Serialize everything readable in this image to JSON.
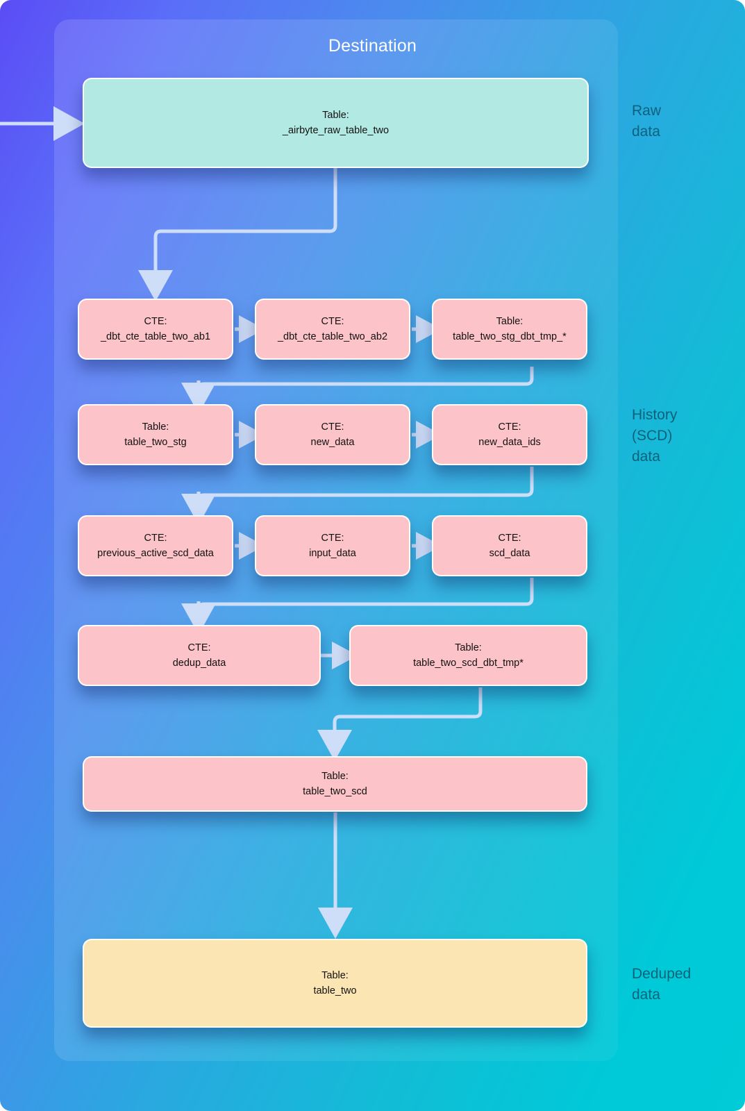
{
  "diagram": {
    "title": "Destination",
    "colors": {
      "raw_box": "#b2eae3",
      "scd_box": "#fcc3c8",
      "dedup_box": "#fbe6b3",
      "connector": "#cdddf7",
      "side_label_text": "#0d5a74",
      "title_text": "#ffffff",
      "bg_start": "#5b4cf5",
      "bg_end": "#00cbd6"
    },
    "side_labels": [
      {
        "id": "raw",
        "line1": "Raw",
        "line2": "data",
        "line3": ""
      },
      {
        "id": "history",
        "line1": "History",
        "line2": "(SCD)",
        "line3": "data"
      },
      {
        "id": "deduped",
        "line1": "Deduped",
        "line2": "data",
        "line3": ""
      }
    ],
    "nodes": [
      {
        "id": "raw-table",
        "kind": "Table:",
        "name": "_airbyte_raw_table_two",
        "color": "teal"
      },
      {
        "id": "cte-ab1",
        "kind": "CTE:",
        "name": "_dbt_cte_table_two_ab1",
        "color": "pink"
      },
      {
        "id": "cte-ab2",
        "kind": "CTE:",
        "name": "_dbt_cte_table_two_ab2",
        "color": "pink"
      },
      {
        "id": "stg-dbt-tmp",
        "kind": "Table:",
        "name": "table_two_stg_dbt_tmp_*",
        "color": "pink"
      },
      {
        "id": "table-two-stg",
        "kind": "Table:",
        "name": "table_two_stg",
        "color": "pink"
      },
      {
        "id": "new-data",
        "kind": "CTE:",
        "name": "new_data",
        "color": "pink"
      },
      {
        "id": "new-data-ids",
        "kind": "CTE:",
        "name": "new_data_ids",
        "color": "pink"
      },
      {
        "id": "prev-active",
        "kind": "CTE:",
        "name": "previous_active_scd_data",
        "color": "pink"
      },
      {
        "id": "input-data",
        "kind": "CTE:",
        "name": "input_data",
        "color": "pink"
      },
      {
        "id": "scd-data",
        "kind": "CTE:",
        "name": "scd_data",
        "color": "pink"
      },
      {
        "id": "dedup-data",
        "kind": "CTE:",
        "name": "dedup_data",
        "color": "pink"
      },
      {
        "id": "scd-dbt-tmp",
        "kind": "Table:",
        "name": "table_two_scd_dbt_tmp*",
        "color": "pink"
      },
      {
        "id": "table-two-scd",
        "kind": "Table:",
        "name": "table_two_scd",
        "color": "pink"
      },
      {
        "id": "table-two",
        "kind": "Table:",
        "name": "table_two",
        "color": "yellow"
      }
    ],
    "edges": [
      {
        "from": "external-source",
        "to": "raw-table"
      },
      {
        "from": "raw-table",
        "to": "cte-ab1"
      },
      {
        "from": "cte-ab1",
        "to": "cte-ab2"
      },
      {
        "from": "cte-ab2",
        "to": "stg-dbt-tmp"
      },
      {
        "from": "stg-dbt-tmp",
        "to": "table-two-stg"
      },
      {
        "from": "table-two-stg",
        "to": "new-data"
      },
      {
        "from": "new-data",
        "to": "new-data-ids"
      },
      {
        "from": "new-data-ids",
        "to": "prev-active"
      },
      {
        "from": "prev-active",
        "to": "input-data"
      },
      {
        "from": "input-data",
        "to": "scd-data"
      },
      {
        "from": "scd-data",
        "to": "dedup-data"
      },
      {
        "from": "dedup-data",
        "to": "scd-dbt-tmp"
      },
      {
        "from": "scd-dbt-tmp",
        "to": "table-two-scd"
      },
      {
        "from": "table-two-scd",
        "to": "table-two"
      }
    ]
  }
}
